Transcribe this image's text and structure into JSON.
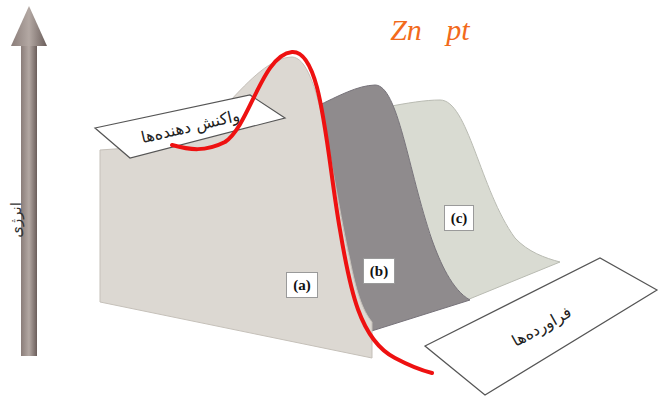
{
  "diagram": {
    "nodes": [
      {
        "text": [
          "واکنش دهنده‌ها"
        ]
      },
      {
        "text": [
          "(a)"
        ]
      },
      {
        "text": [
          "(b)"
        ]
      },
      {
        "text": [
          "(c)"
        ]
      },
      {
        "text": [
          "فراورده‌ها"
        ]
      }
    ],
    "labels": [
      "انرژی",
      "Zn",
      "pt"
    ]
  }
}
